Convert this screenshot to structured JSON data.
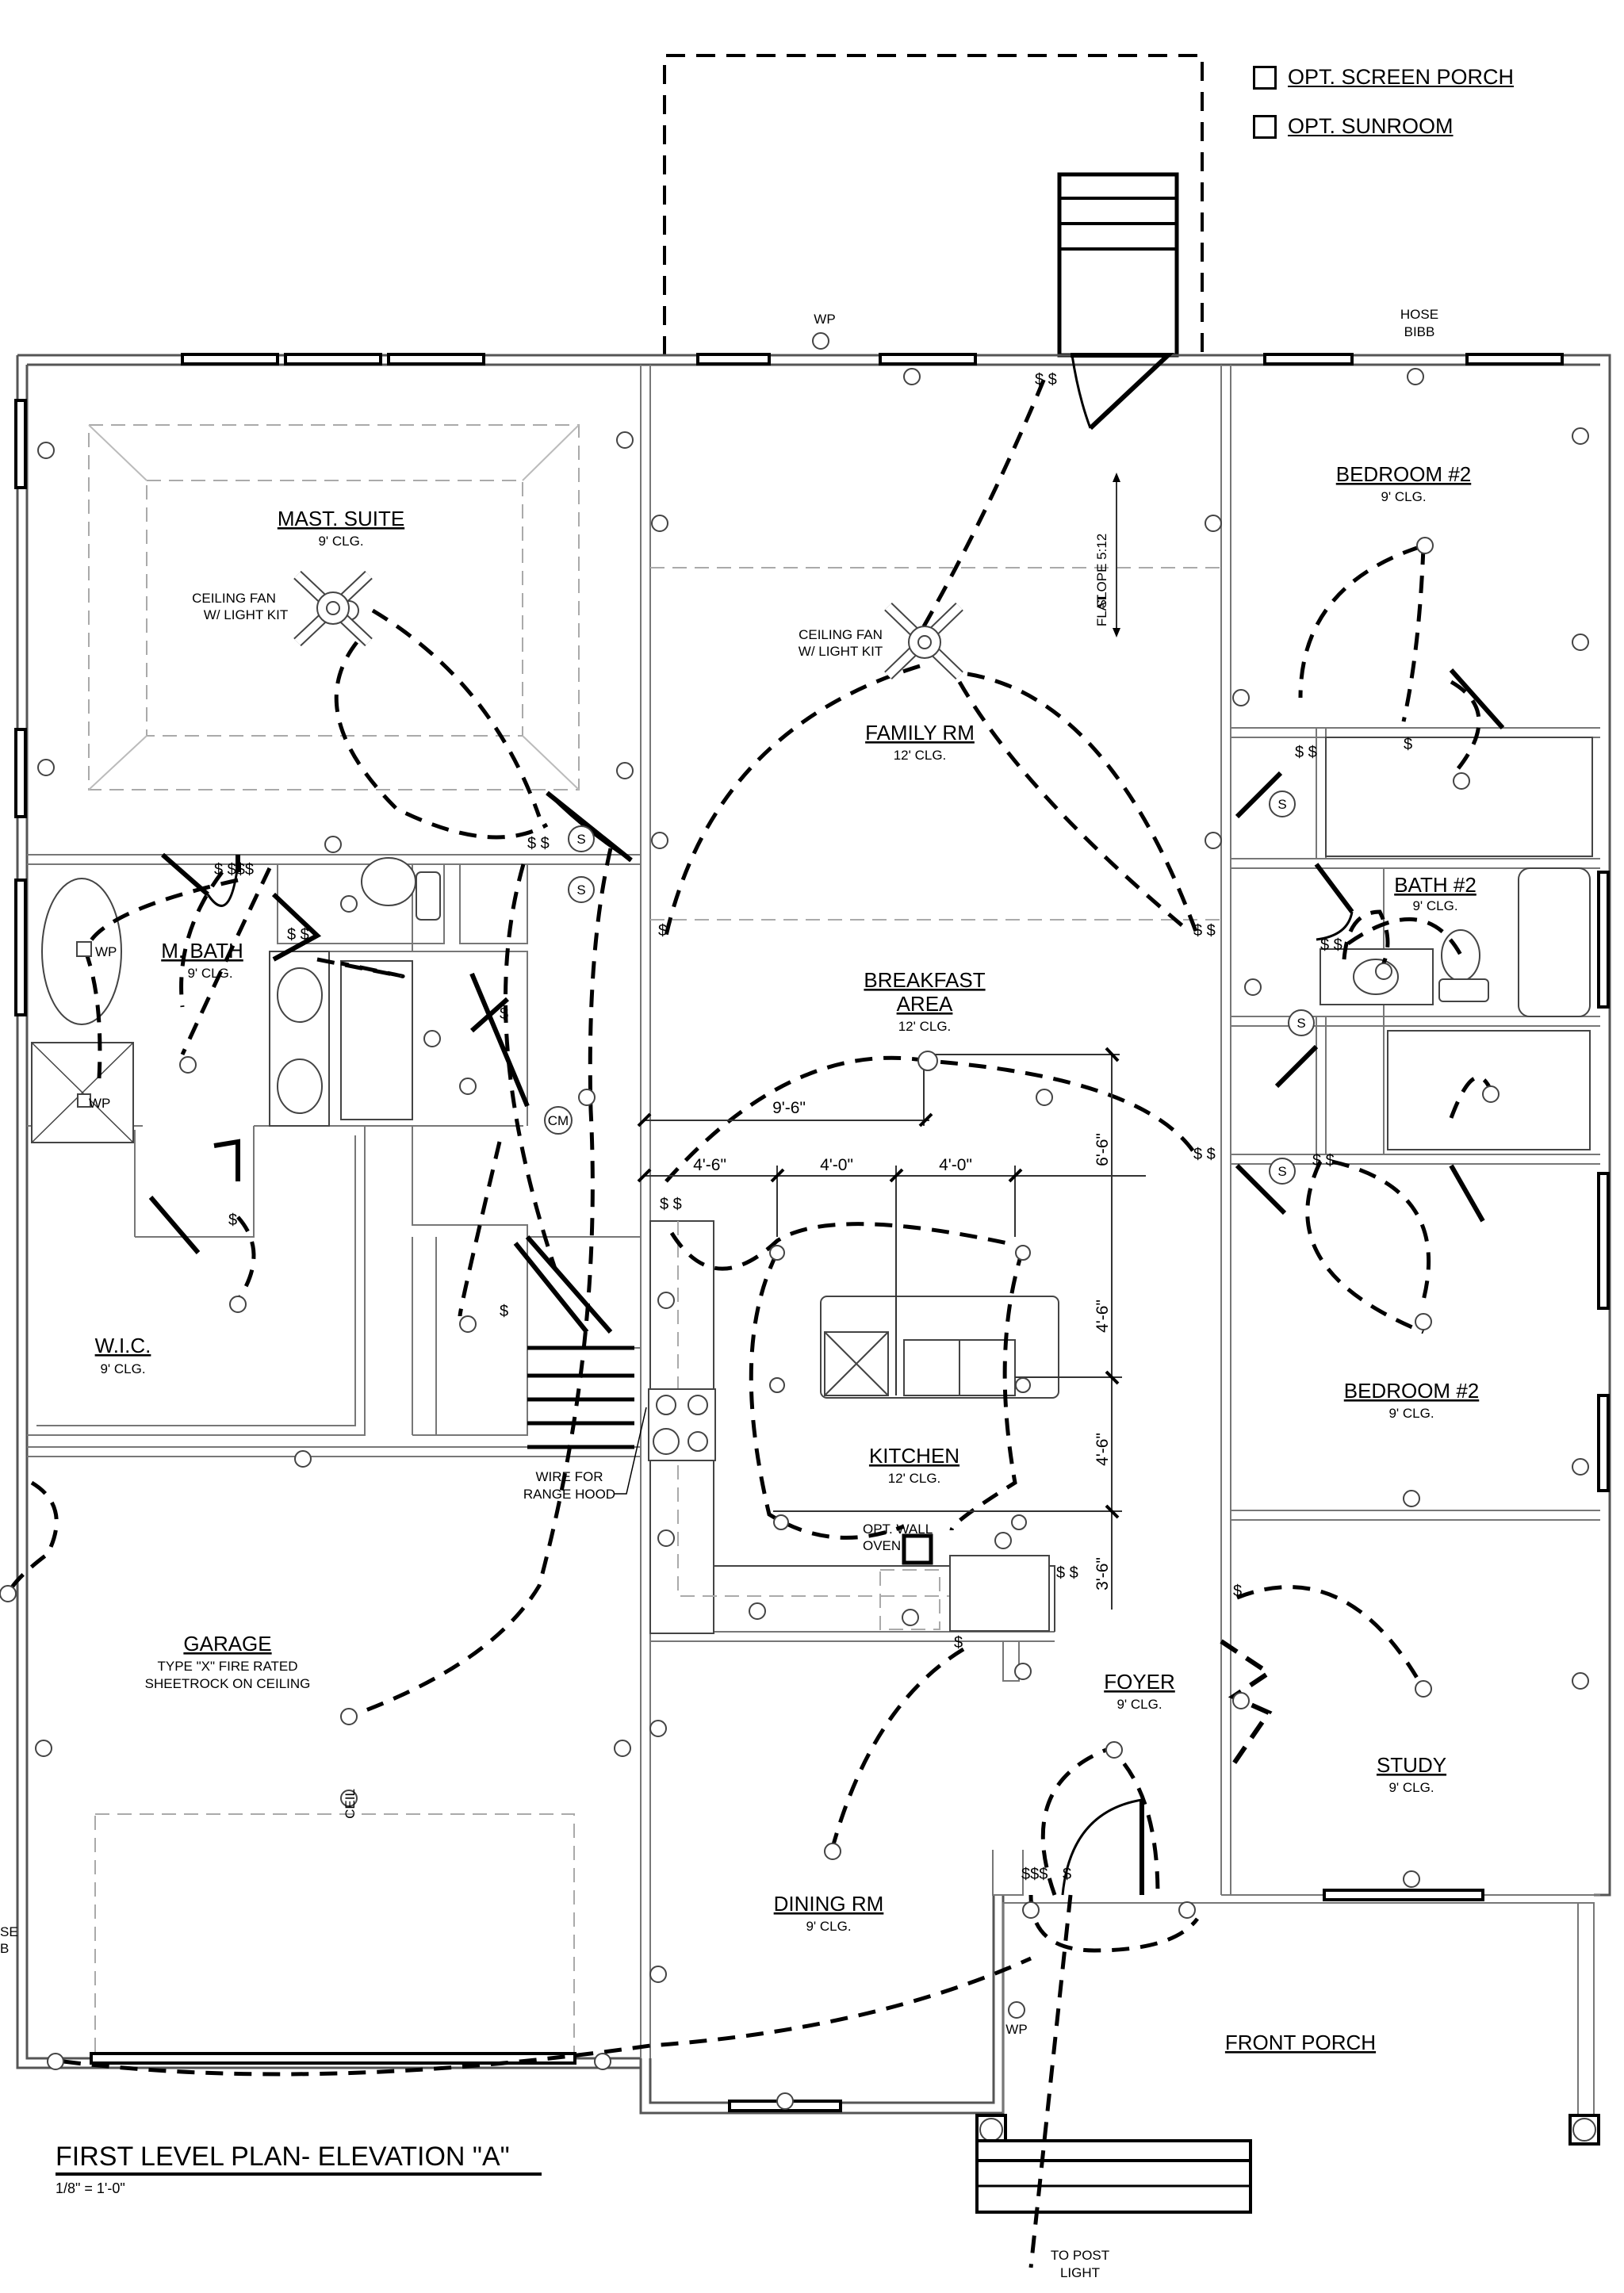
{
  "legend": {
    "items": [
      {
        "label": "OPT. SCREEN PORCH",
        "checked": false
      },
      {
        "label": "OPT. SUNROOM",
        "checked": false
      }
    ]
  },
  "title_block": {
    "title": "FIRST LEVEL PLAN- ELEVATION \"A\"",
    "scale": "1/8\" = 1'-0\""
  },
  "rooms": {
    "master_suite": {
      "name": "MAST. SUITE",
      "ceiling": "9' CLG."
    },
    "master_bath": {
      "name": "M. BATH",
      "ceiling": "9' CLG."
    },
    "wic": {
      "name": "W.I.C.",
      "ceiling": "9' CLG."
    },
    "garage": {
      "name": "GARAGE",
      "note1": "TYPE \"X\" FIRE RATED",
      "note2": "SHEETROCK ON CEILING"
    },
    "family": {
      "name": "FAMILY RM",
      "ceiling": "12' CLG."
    },
    "breakfast": {
      "name1": "BREAKFAST",
      "name2": "AREA",
      "ceiling": "12' CLG."
    },
    "kitchen": {
      "name": "KITCHEN",
      "ceiling": "12' CLG."
    },
    "dining": {
      "name": "DINING RM",
      "ceiling": "9' CLG."
    },
    "foyer": {
      "name": "FOYER",
      "ceiling": "9' CLG."
    },
    "study": {
      "name": "STUDY",
      "ceiling": "9' CLG."
    },
    "bedroom_top": {
      "name": "BEDROOM #2",
      "ceiling": "9' CLG."
    },
    "bath2": {
      "name": "BATH #2",
      "ceiling": "9' CLG."
    },
    "bedroom_bottom": {
      "name": "BEDROOM #2",
      "ceiling": "9' CLG."
    },
    "front_porch": {
      "name": "FRONT PORCH"
    }
  },
  "notes": {
    "ceiling_fan_1": "CEILING FAN",
    "ceiling_fan_2": "W/ LIGHT KIT",
    "slope": "SLOPE 5:12",
    "flat": "FLAT",
    "wire_range_1": "WIRE FOR",
    "wire_range_2": "RANGE HOOD",
    "opt_wall_oven_1": "OPT. WALL",
    "opt_wall_oven_2": "OVEN",
    "hose_bibb_1": "HOSE",
    "hose_bibb_2": "BIBB",
    "hose_bibb_partial_1": "SE",
    "hose_bibb_partial_2": "B",
    "wp": "WP",
    "cm": "CM",
    "s": "S",
    "ceil": "CEIL",
    "to_post_1": "TO POST",
    "to_post_2": "LIGHT",
    "switch": "$",
    "switch_2": "$ $",
    "switch_3": "$$$",
    "switch_4": "$ $$$"
  },
  "dimensions": {
    "d_9_6": "9'-6\"",
    "d_4_6": "4'-6\"",
    "d_4_0a": "4'-0\"",
    "d_4_0b": "4'-0\"",
    "d_6_6": "6'-6\"",
    "d_4_6_v1": "4'-6\"",
    "d_4_6_v2": "4'-6\"",
    "d_3_6": "3'-6\""
  },
  "colors": {
    "line": "#000000",
    "wall": "#555555",
    "background": "#ffffff"
  }
}
